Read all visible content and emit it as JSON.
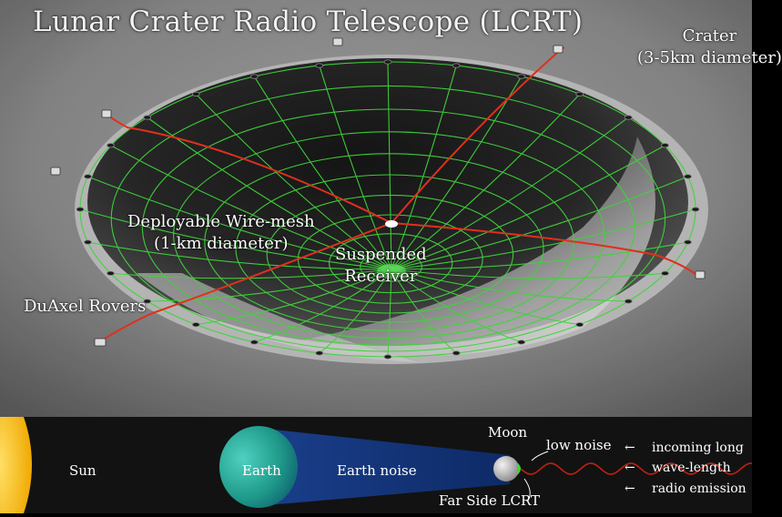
{
  "title": "Lunar Crater Radio Telescope (LCRT)",
  "labels": {
    "crater_line1": "Crater",
    "crater_line2": "(3-5km diameter)",
    "mesh_line1": "Deployable Wire-mesh",
    "mesh_line2": "(1-km diameter)",
    "receiver_line1": "Suspended",
    "receiver_line2": "Receiver",
    "rovers": "DuAxel Rovers"
  },
  "bottom_diagram": {
    "sun": "Sun",
    "earth": "Earth",
    "earth_noise": "Earth noise",
    "moon": "Moon",
    "low_noise": "low noise",
    "far_side": "Far Side LCRT",
    "incoming_line1": "incoming long",
    "incoming_line2": "wave-length",
    "incoming_line3": "radio emission"
  },
  "colors": {
    "mesh": "#3fd43a",
    "cables": "#e0301e",
    "sun": "#f2b600",
    "earth": "#1f9a8a",
    "earth_noise": "#1b3f8c",
    "strip_background": "#121212"
  },
  "icons": [
    "rover-icon",
    "anchor-icon",
    "receiver-icon"
  ]
}
